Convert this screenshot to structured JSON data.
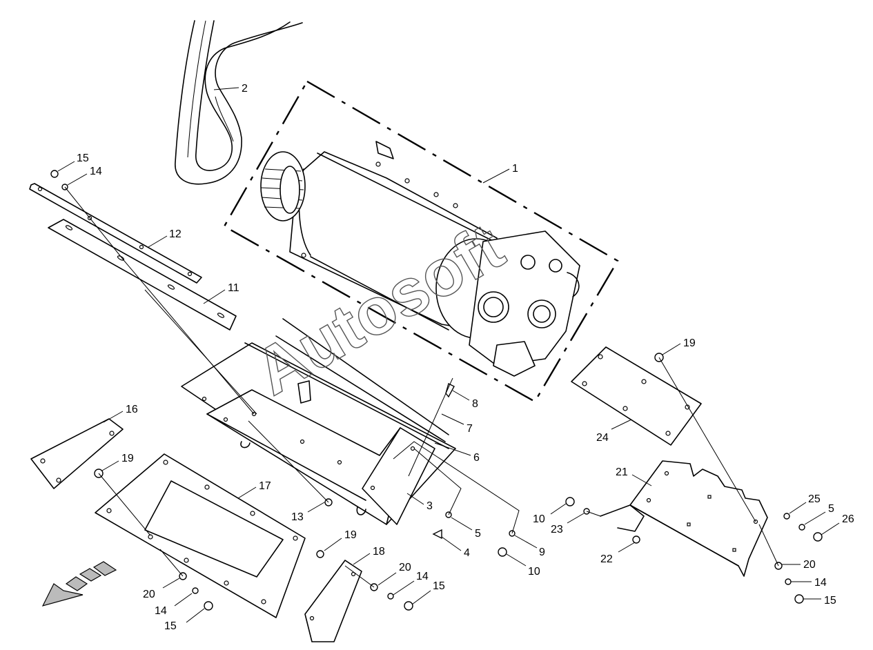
{
  "watermark": "Autosoft",
  "callouts": [
    {
      "id": "c1",
      "label": "1"
    },
    {
      "id": "c2",
      "label": "2"
    },
    {
      "id": "c3",
      "label": "3"
    },
    {
      "id": "c4",
      "label": "4"
    },
    {
      "id": "c5a",
      "label": "5"
    },
    {
      "id": "c5b",
      "label": "5"
    },
    {
      "id": "c6",
      "label": "6"
    },
    {
      "id": "c7",
      "label": "7"
    },
    {
      "id": "c8",
      "label": "8"
    },
    {
      "id": "c9",
      "label": "9"
    },
    {
      "id": "c10a",
      "label": "10"
    },
    {
      "id": "c10b",
      "label": "10"
    },
    {
      "id": "c11",
      "label": "11"
    },
    {
      "id": "c12",
      "label": "12"
    },
    {
      "id": "c13",
      "label": "13"
    },
    {
      "id": "c14a",
      "label": "14"
    },
    {
      "id": "c14b",
      "label": "14"
    },
    {
      "id": "c14c",
      "label": "14"
    },
    {
      "id": "c14d",
      "label": "14"
    },
    {
      "id": "c15a",
      "label": "15"
    },
    {
      "id": "c15b",
      "label": "15"
    },
    {
      "id": "c15c",
      "label": "15"
    },
    {
      "id": "c15d",
      "label": "15"
    },
    {
      "id": "c16",
      "label": "16"
    },
    {
      "id": "c17",
      "label": "17"
    },
    {
      "id": "c18",
      "label": "18"
    },
    {
      "id": "c19a",
      "label": "19"
    },
    {
      "id": "c19b",
      "label": "19"
    },
    {
      "id": "c19c",
      "label": "19"
    },
    {
      "id": "c20a",
      "label": "20"
    },
    {
      "id": "c20b",
      "label": "20"
    },
    {
      "id": "c20c",
      "label": "20"
    },
    {
      "id": "c21",
      "label": "21"
    },
    {
      "id": "c22",
      "label": "22"
    },
    {
      "id": "c23",
      "label": "23"
    },
    {
      "id": "c24",
      "label": "24"
    },
    {
      "id": "c25",
      "label": "25"
    },
    {
      "id": "c26",
      "label": "26"
    }
  ]
}
